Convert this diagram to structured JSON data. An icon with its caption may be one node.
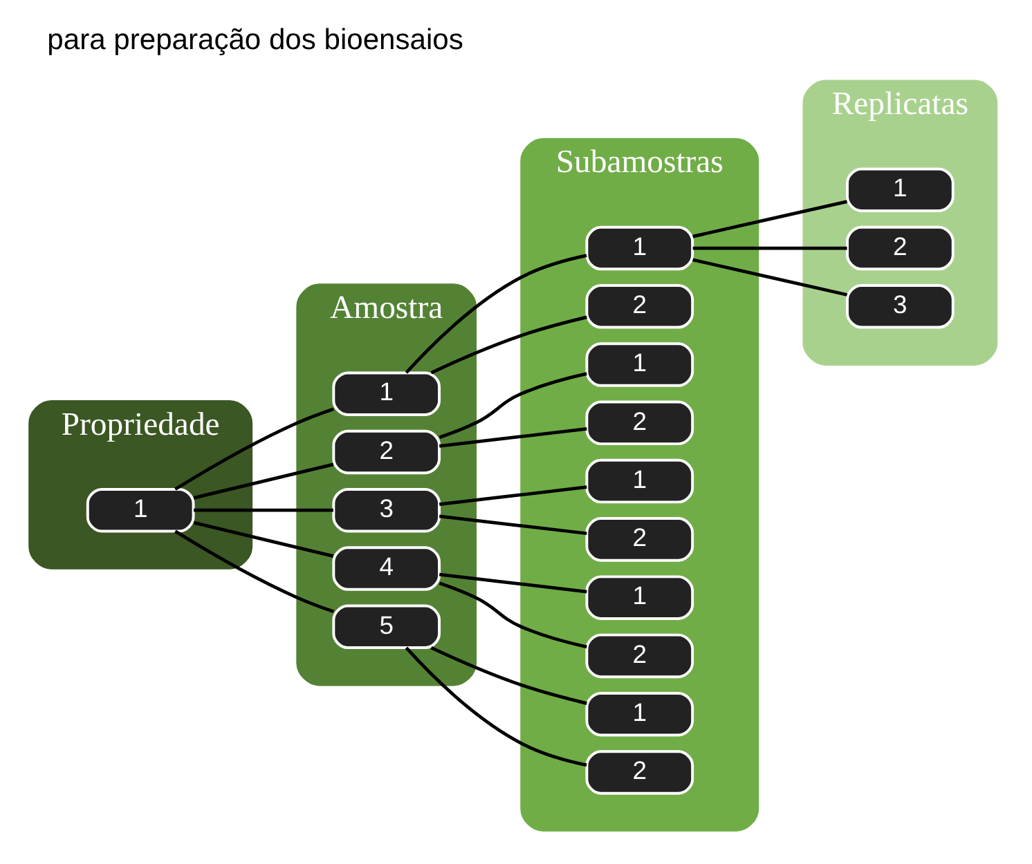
{
  "diagram": {
    "title": "para preparação dos bioensaios",
    "nodes": [
      {
        "text": [
          "Propriedade"
        ]
      },
      {
        "text": [
          "Amostra"
        ]
      },
      {
        "text": [
          "Subamostras"
        ]
      },
      {
        "text": [
          "Replicatas"
        ]
      },
      {
        "text": [
          "1"
        ],
        "in": 0
      },
      {
        "text": [
          "1"
        ],
        "in": 1
      },
      {
        "text": [
          "2"
        ],
        "in": 1
      },
      {
        "text": [
          "3"
        ],
        "in": 1
      },
      {
        "text": [
          "4"
        ],
        "in": 1
      },
      {
        "text": [
          "5"
        ],
        "in": 1
      },
      {
        "text": [
          "1"
        ],
        "in": 2
      },
      {
        "text": [
          "2"
        ],
        "in": 2
      },
      {
        "text": [
          "1"
        ],
        "in": 2
      },
      {
        "text": [
          "2"
        ],
        "in": 2
      },
      {
        "text": [
          "1"
        ],
        "in": 2
      },
      {
        "text": [
          "2"
        ],
        "in": 2
      },
      {
        "text": [
          "1"
        ],
        "in": 2
      },
      {
        "text": [
          "2"
        ],
        "in": 2
      },
      {
        "text": [
          "1"
        ],
        "in": 2
      },
      {
        "text": [
          "2"
        ],
        "in": 2
      },
      {
        "text": [
          "1"
        ],
        "in": 3
      },
      {
        "text": [
          "2"
        ],
        "in": 3
      },
      {
        "text": [
          "3"
        ],
        "in": 3
      }
    ],
    "edges": [
      {
        "from": 4,
        "to": 5,
        "arrow": "none"
      },
      {
        "from": 4,
        "to": 6,
        "arrow": "none"
      },
      {
        "from": 4,
        "to": 7,
        "arrow": "none"
      },
      {
        "from": 4,
        "to": 8,
        "arrow": "none"
      },
      {
        "from": 4,
        "to": 9,
        "arrow": "none"
      },
      {
        "from": 5,
        "to": 10,
        "arrow": "none"
      },
      {
        "from": 5,
        "to": 11,
        "arrow": "none"
      },
      {
        "from": 6,
        "to": 12,
        "arrow": "none"
      },
      {
        "from": 6,
        "to": 13,
        "arrow": "none"
      },
      {
        "from": 7,
        "to": 14,
        "arrow": "none"
      },
      {
        "from": 7,
        "to": 15,
        "arrow": "none"
      },
      {
        "from": 8,
        "to": 16,
        "arrow": "none"
      },
      {
        "from": 8,
        "to": 17,
        "arrow": "none"
      },
      {
        "from": 9,
        "to": 18,
        "arrow": "none"
      },
      {
        "from": 9,
        "to": 19,
        "arrow": "none"
      },
      {
        "from": 10,
        "to": 20,
        "arrow": "none"
      },
      {
        "from": 10,
        "to": 21,
        "arrow": "none"
      },
      {
        "from": 10,
        "to": 22,
        "arrow": "none"
      }
    ]
  }
}
